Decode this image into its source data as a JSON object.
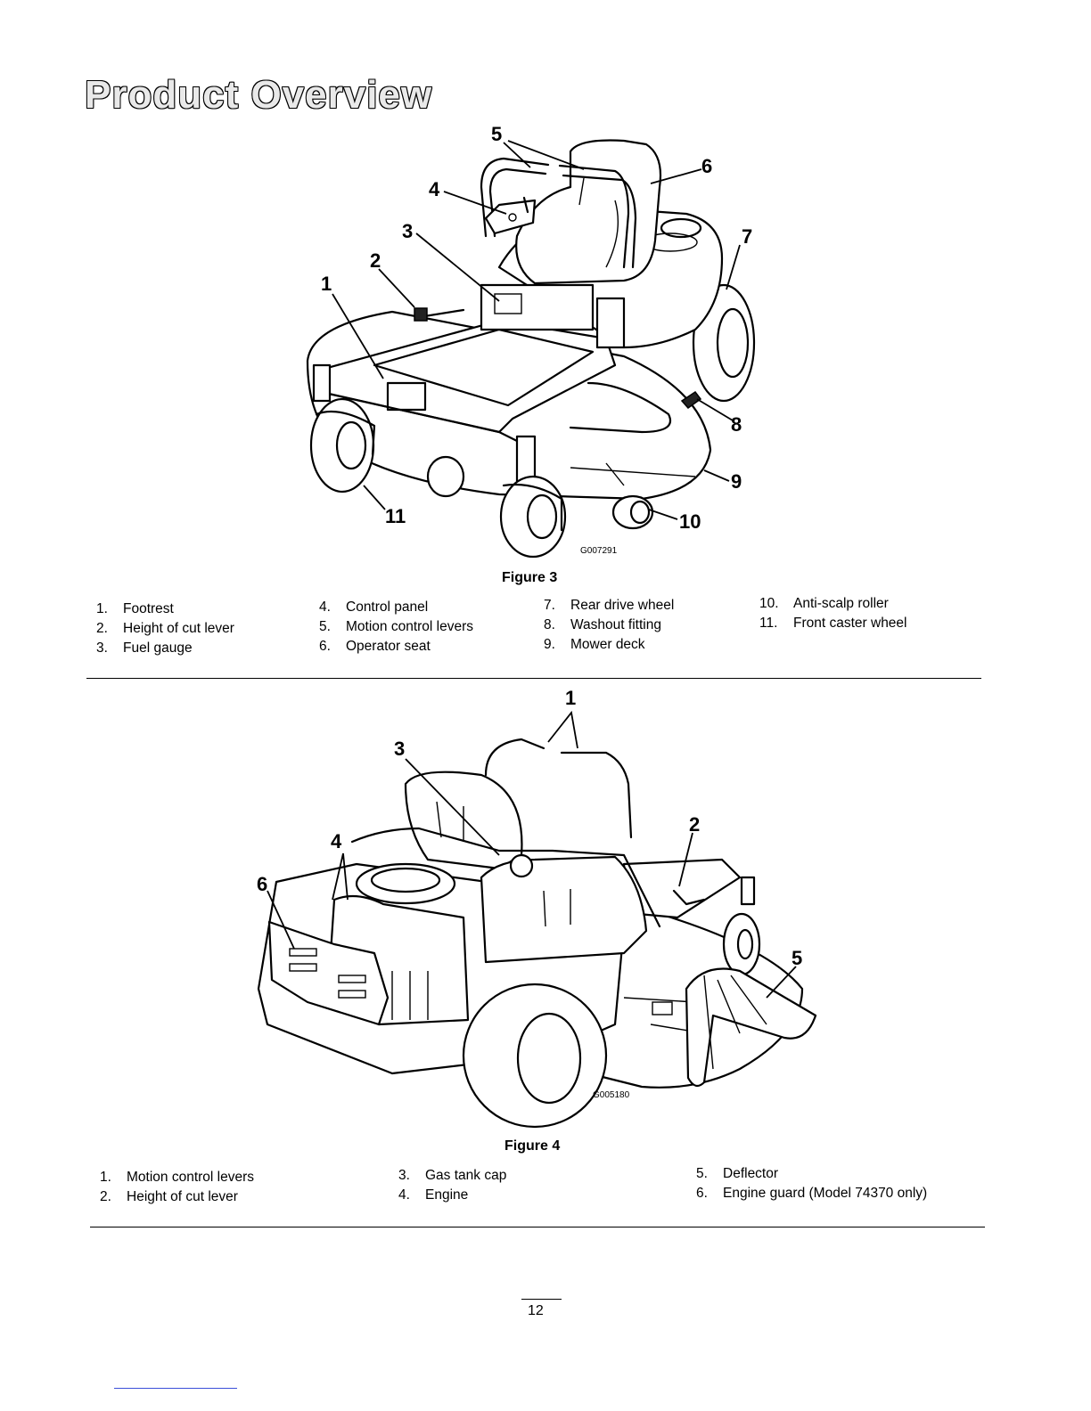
{
  "page": {
    "title": "Product Overview",
    "page_number": "12"
  },
  "figure3": {
    "caption": "Figure 3",
    "image_code": "G007291",
    "callouts": [
      "1",
      "2",
      "3",
      "4",
      "5",
      "6",
      "7",
      "8",
      "9",
      "10",
      "11"
    ],
    "legend": [
      [
        {
          "num": "1.",
          "label": "Footrest"
        },
        {
          "num": "2.",
          "label": "Height of cut lever"
        },
        {
          "num": "3.",
          "label": "Fuel gauge"
        }
      ],
      [
        {
          "num": "4.",
          "label": "Control panel"
        },
        {
          "num": "5.",
          "label": "Motion control levers"
        },
        {
          "num": "6.",
          "label": "Operator seat"
        }
      ],
      [
        {
          "num": "7.",
          "label": "Rear drive wheel"
        },
        {
          "num": "8.",
          "label": "Washout fitting"
        },
        {
          "num": "9.",
          "label": "Mower deck"
        }
      ],
      [
        {
          "num": "10.",
          "label": "Anti-scalp roller"
        },
        {
          "num": "11.",
          "label": "Front caster wheel"
        }
      ]
    ]
  },
  "figure4": {
    "caption": "Figure 4",
    "image_code": "G005180",
    "callouts": [
      "1",
      "2",
      "3",
      "4",
      "5",
      "6"
    ],
    "legend": [
      [
        {
          "num": "1.",
          "label": "Motion control levers"
        },
        {
          "num": "2.",
          "label": "Height of cut lever"
        }
      ],
      [
        {
          "num": "3.",
          "label": "Gas tank cap"
        },
        {
          "num": "4.",
          "label": "Engine"
        }
      ],
      [
        {
          "num": "5.",
          "label": "Deflector"
        },
        {
          "num": "6.",
          "label": "Engine guard (Model 74370 only)"
        }
      ]
    ]
  }
}
